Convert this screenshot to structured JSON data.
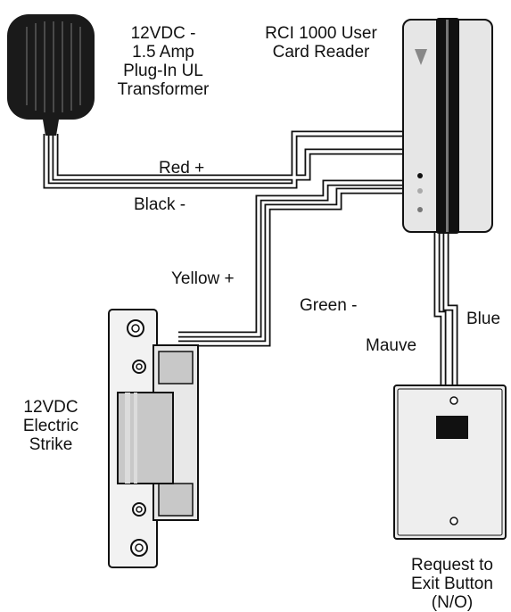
{
  "components": {
    "transformer": {
      "lines": [
        "12VDC -",
        "1.5 Amp",
        "Plug-In UL",
        "Transformer"
      ]
    },
    "card_reader": {
      "lines": [
        "RCI 1000 User",
        "Card Reader"
      ]
    },
    "electric_strike": {
      "lines": [
        "12VDC",
        "Electric",
        "Strike"
      ]
    },
    "exit_button": {
      "lines": [
        "Request to",
        "Exit Button",
        "(N/O)"
      ]
    }
  },
  "wires": {
    "red": "Red +",
    "black": "Black -",
    "yellow": "Yellow +",
    "green": "Green -",
    "blue": "Blue",
    "mauve": "Mauve"
  },
  "colors": {
    "transformer_body": "#1a1a1a",
    "reader_body": "#e6e6e6",
    "plate": "#f2f2f2",
    "strike_metal": "#c8c8c8",
    "line": "#111111"
  }
}
